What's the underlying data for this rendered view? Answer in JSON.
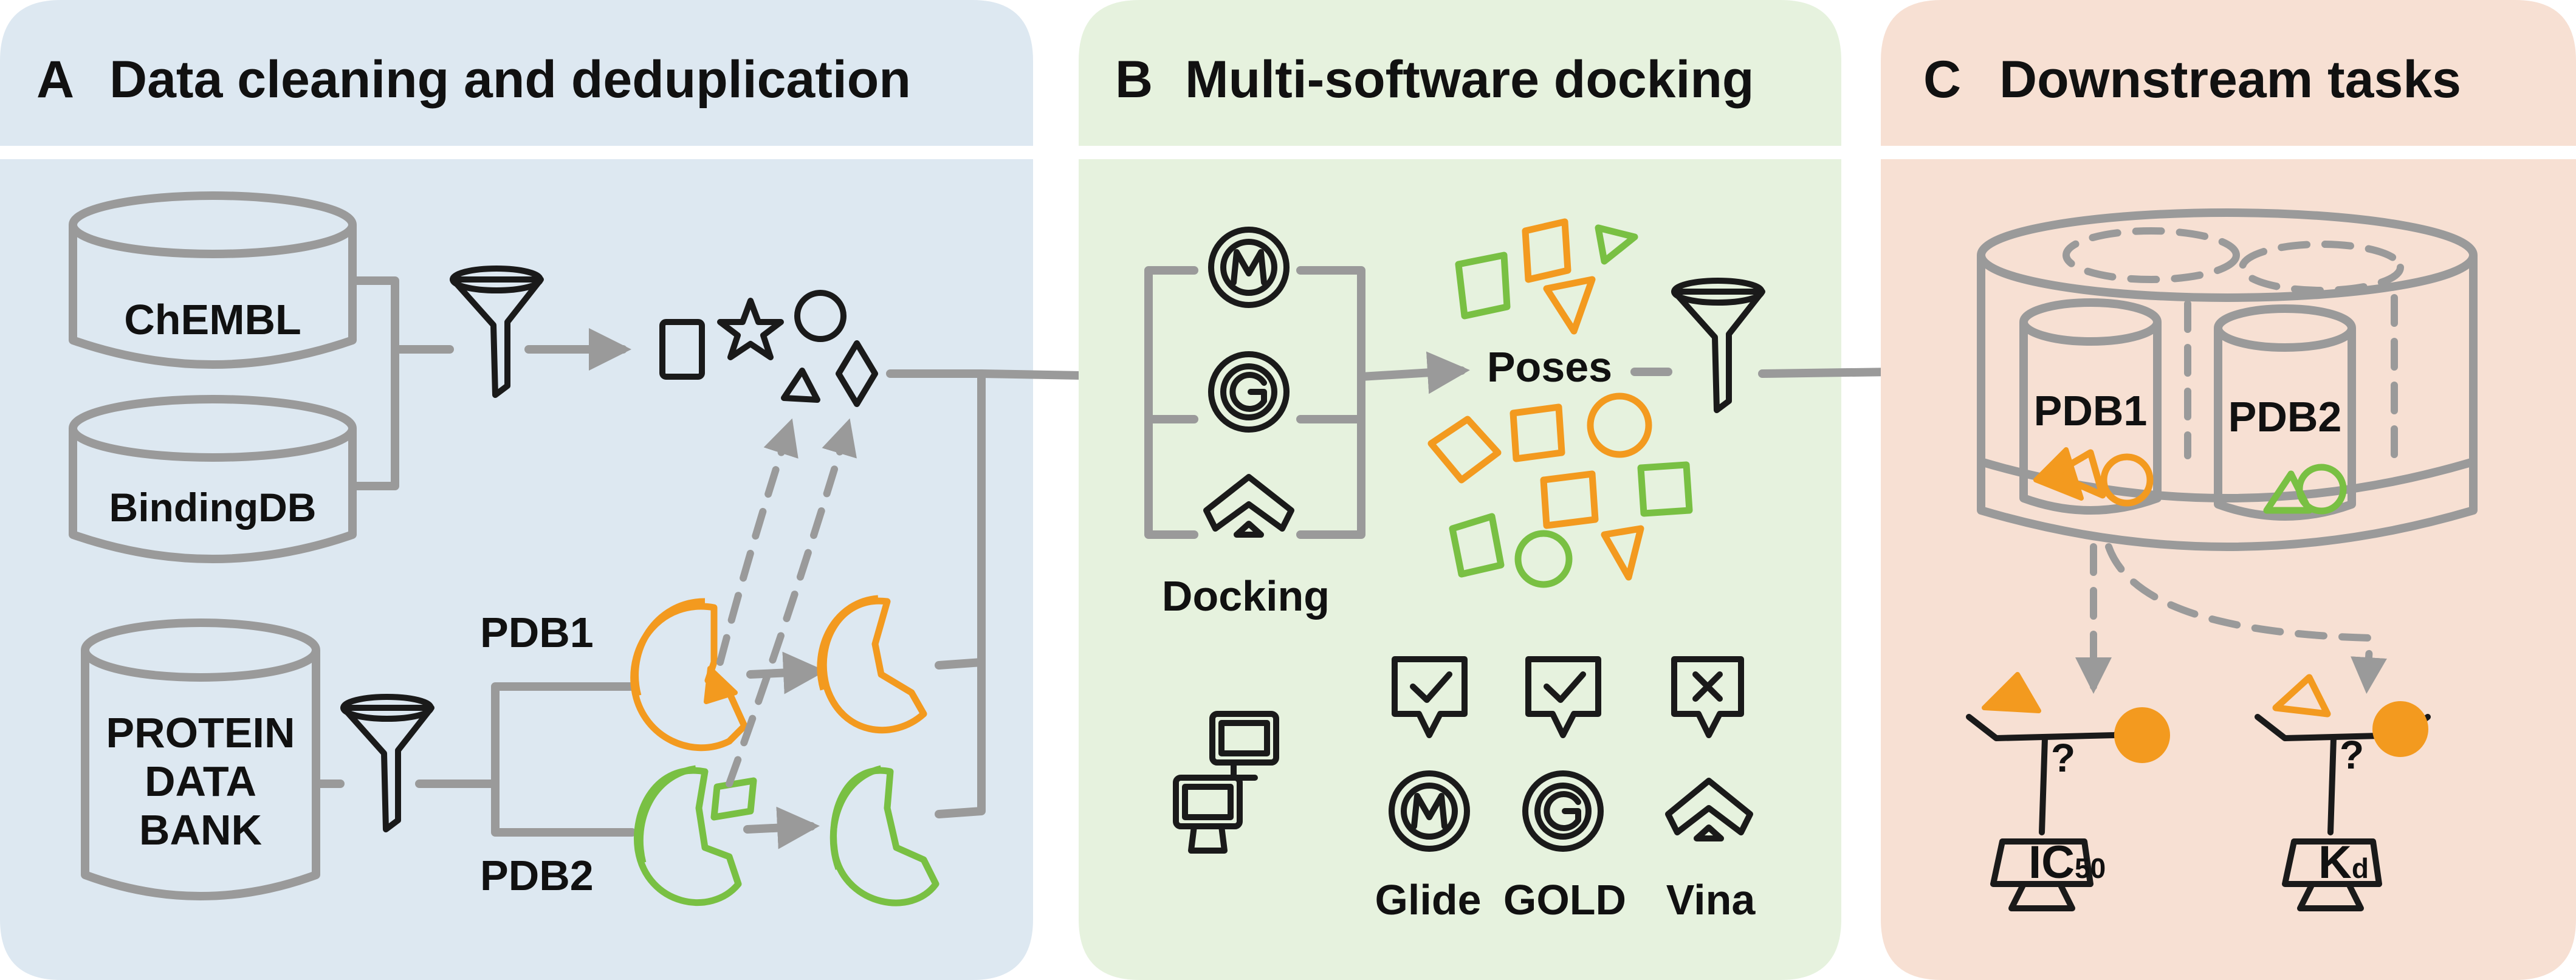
{
  "colors": {
    "panel_a_bg": "#dde8f1",
    "panel_b_bg": "#e6f2de",
    "panel_c_bg": "#f7e0d3",
    "orange": "#f39a1f",
    "green": "#79c043",
    "gray": "#9a9a9a"
  },
  "panels": {
    "a": {
      "letter": "A",
      "title": "Data cleaning and deduplication",
      "sources": {
        "chembl": "ChEMBL",
        "bindingdb": "BindingDB"
      },
      "pdb_db": {
        "line1": "PROTEIN",
        "line2": "DATA",
        "line3": "BANK"
      },
      "pdb1": "PDB1",
      "pdb2": "PDB2"
    },
    "b": {
      "letter": "B",
      "title": "Multi-software docking",
      "docking_label": "Docking",
      "poses_label": "Poses",
      "software": [
        "Glide",
        "GOLD",
        "Vina"
      ],
      "software_icons": [
        "glide-m-logo-icon",
        "gold-g-logo-icon",
        "vina-chevron-logo-icon"
      ]
    },
    "c": {
      "letter": "C",
      "title": "Downstream tasks",
      "pdb1": "PDB1",
      "pdb2": "PDB2",
      "ic50_main": "IC",
      "ic50_sub": "50",
      "kd_main": "K",
      "kd_sub": "d",
      "question": "?"
    }
  }
}
